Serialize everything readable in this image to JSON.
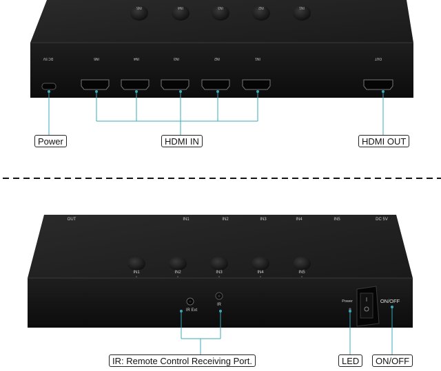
{
  "top_device": {
    "button_labels": [
      "IN5",
      "IN4",
      "IN3",
      "IN2",
      "IN1"
    ],
    "port_labels": [
      "DC 5V",
      "IN5",
      "IN4",
      "IN3",
      "IN2",
      "IN1",
      "OUT"
    ]
  },
  "bottom_device": {
    "top_labels": [
      "OUT",
      "IN1",
      "IN2",
      "IN3",
      "IN4",
      "IN5",
      "DC 5V"
    ],
    "button_labels": [
      "IN1",
      "IN2",
      "IN3",
      "IN4",
      "IN5"
    ],
    "ir_ext_label": "IR Ext",
    "ir_label": "IR",
    "power_label": "Power",
    "on_off_small": "ON/OFF"
  },
  "callouts": {
    "power": "Power",
    "hdmi_in": "HDMI IN",
    "hdmi_out": "HDMI OUT",
    "ir": "IR: Remote Control Receiving Port.",
    "led": "LED",
    "on_off": "ON/OFF"
  },
  "colors": {
    "device_body": "#161616",
    "device_top": "#262626",
    "leader_line": "#3aa8b8",
    "divider": "#111111"
  }
}
